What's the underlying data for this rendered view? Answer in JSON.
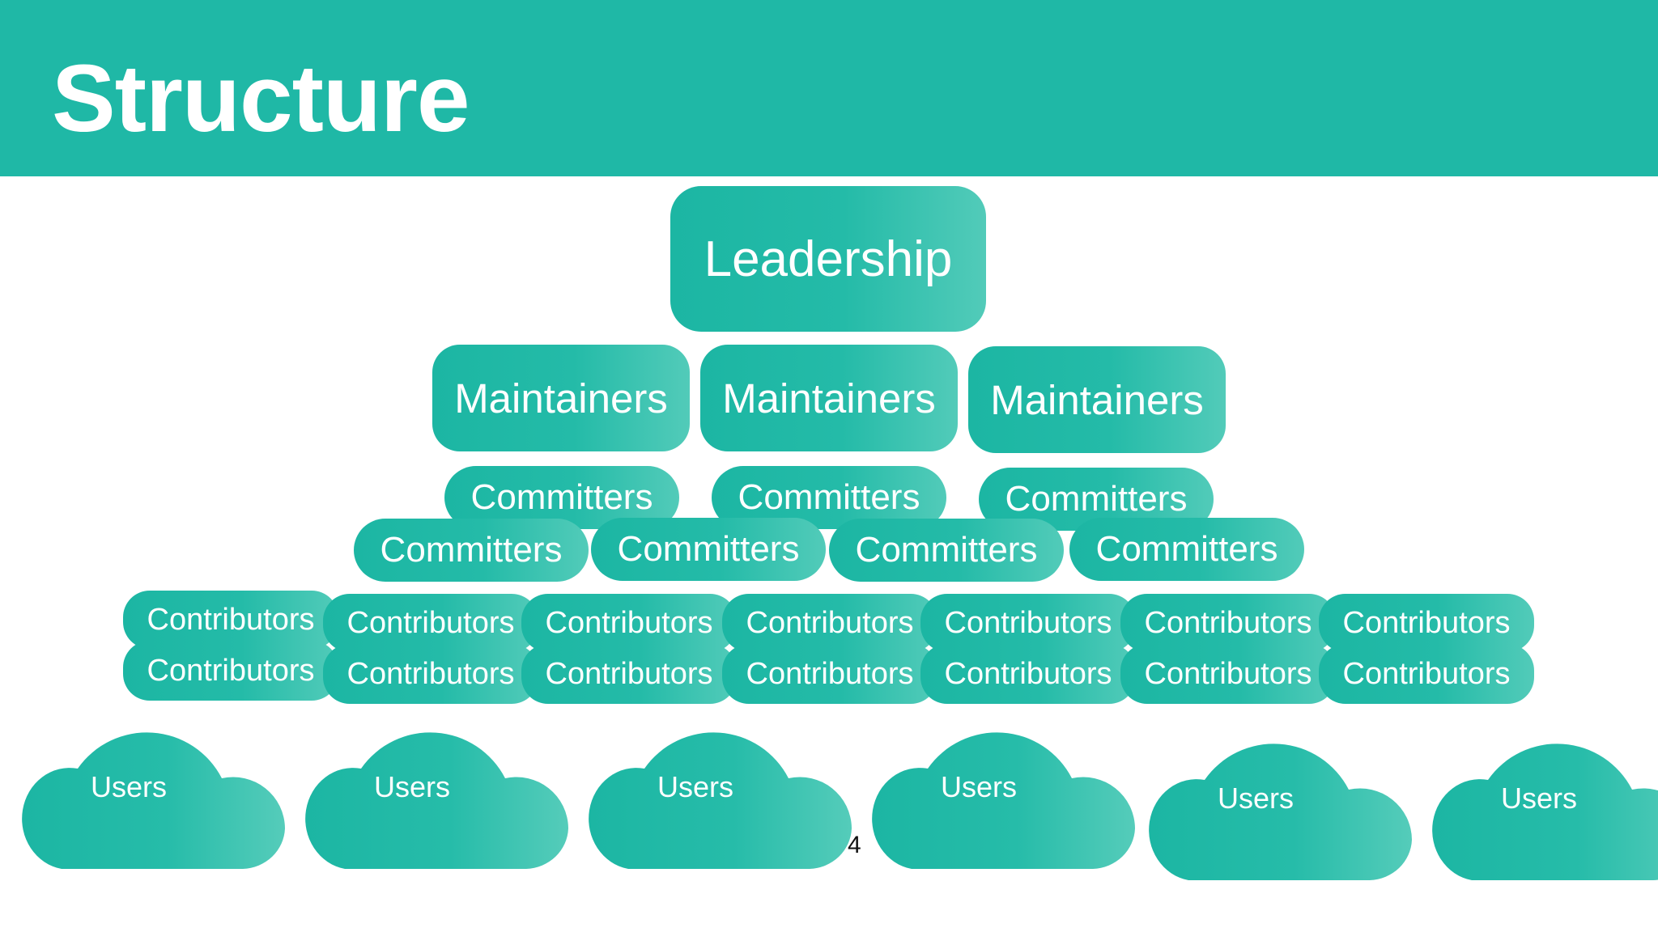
{
  "slide": {
    "title": "Structure",
    "page_number": "4"
  },
  "colors": {
    "header": "#1fb8a6",
    "node_start": "#1cb6a3",
    "node_end": "#52cbb9",
    "text": "#ffffff"
  },
  "diagram": {
    "leadership": "Leadership",
    "maintainers": [
      "Maintainers",
      "Maintainers",
      "Maintainers"
    ],
    "committers_top": [
      "Committers",
      "Committers",
      "Committers"
    ],
    "committers_bottom": [
      "Committers",
      "Committers",
      "Committers",
      "Committers"
    ],
    "contributors_top": [
      "Contributors",
      "Contributors",
      "Contributors",
      "Contributors",
      "Contributors",
      "Contributors",
      "Contributors"
    ],
    "contributors_bottom": [
      "Contributors",
      "Contributors",
      "Contributors",
      "Contributors",
      "Contributors",
      "Contributors",
      "Contributors"
    ],
    "users": [
      "Users",
      "Users",
      "Users",
      "Users",
      "Users",
      "Users"
    ]
  }
}
